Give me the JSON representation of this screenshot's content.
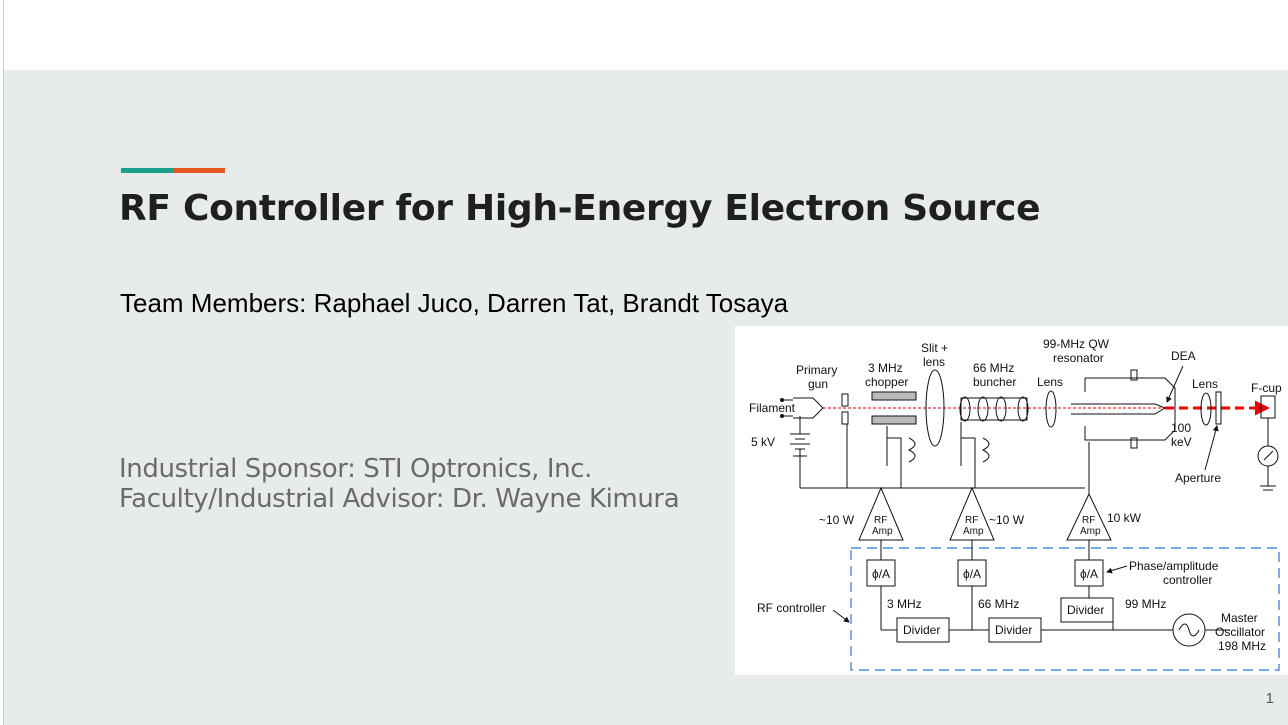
{
  "slide": {
    "title": "RF Controller for High-Energy Electron Source",
    "team": "Team Members: Raphael Juco, Darren Tat, Brandt Tosaya",
    "sponsor_line": "Industrial Sponsor: STI Optronics, Inc.",
    "advisor_line": "Faculty/Industrial Advisor: Dr. Wayne Kimura",
    "page_number": "1",
    "accent_colors": {
      "teal": "#1b9e8a",
      "orange": "#e2591b"
    }
  },
  "diagram": {
    "labels": {
      "primary_gun": [
        "Primary",
        "gun"
      ],
      "chopper": [
        "3 MHz",
        "chopper"
      ],
      "slit_lens": [
        "Slit +",
        "lens"
      ],
      "buncher": [
        "66 MHz",
        "buncher"
      ],
      "lens1": "Lens",
      "resonator": [
        "99-MHz QW",
        "resonator"
      ],
      "dea": "DEA",
      "lens2": "Lens",
      "fcup": "F-cup",
      "filament": "Filament",
      "five_kv": "5 kV",
      "kev": [
        "100",
        "keV"
      ],
      "aperture": "Aperture",
      "amp1_power": "~10 W",
      "amp2_power": "~10 W",
      "amp3_power": "10 kW",
      "rf_amp": [
        "RF",
        "Amp"
      ],
      "phase_amp": "ϕ/A",
      "phase_amp_controller": [
        "Phase/amplitude",
        "controller"
      ],
      "f3": "3 MHz",
      "f66": "66 MHz",
      "f99": "99 MHz",
      "divider": "Divider",
      "rf_controller": "RF controller",
      "master_osc": [
        "Master",
        "Oscillator",
        "198 MHz"
      ]
    }
  }
}
